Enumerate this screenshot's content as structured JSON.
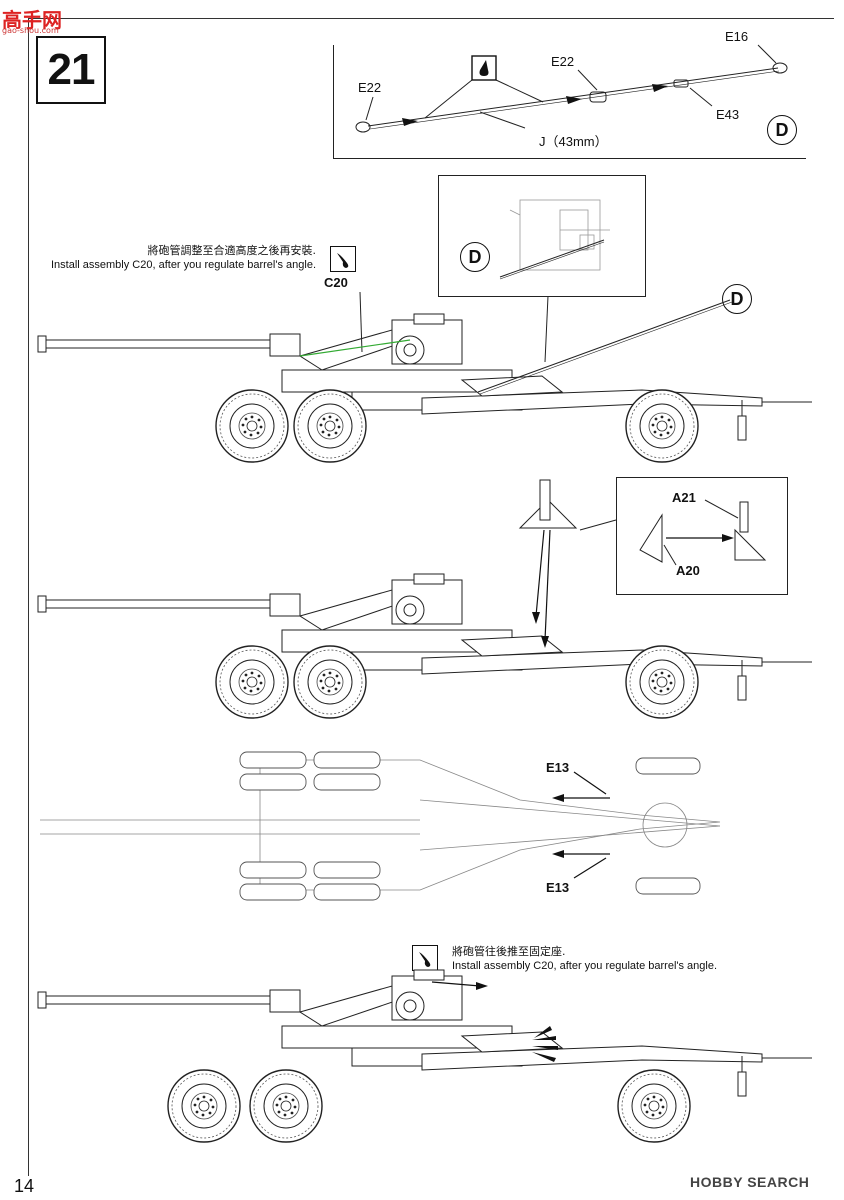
{
  "logo": {
    "name_cn": "高手网",
    "url": "gao-shou.com"
  },
  "step": {
    "number": "21"
  },
  "inset_d": {
    "labels": {
      "e22_left": "E22",
      "e22_right": "E22",
      "e16": "E16",
      "e43": "E43",
      "j_part": "J（43mm）"
    },
    "ref_marker": "D"
  },
  "view1": {
    "note_cn": "將砲管調整至合適高度之後再安裝.",
    "note_en": "Install assembly C20, after you regulate barrel's angle.",
    "part_label": "C20",
    "detail_marker": "D",
    "rod_marker": "D"
  },
  "view2": {
    "detail": {
      "a21": "A21",
      "a20": "A20"
    }
  },
  "view3": {
    "top_label": "E13",
    "bottom_label": "E13"
  },
  "view4": {
    "note_cn": "將砲管往後推至固定座.",
    "note_en": "Install assembly C20, after you regulate barrel's angle."
  },
  "footer": {
    "page_number": "14",
    "watermark": "HOBBY SEARCH"
  }
}
